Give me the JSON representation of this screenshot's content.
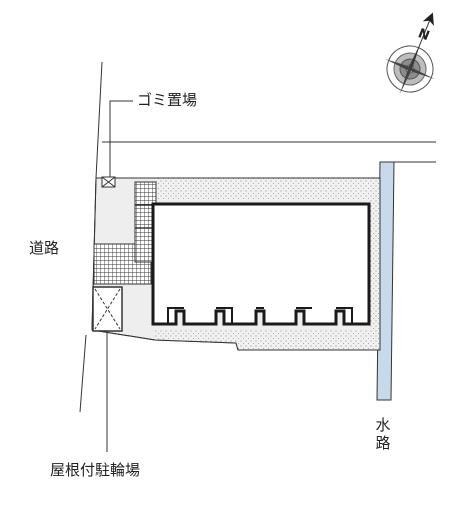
{
  "map": {
    "labels": {
      "garbage": "ゴミ置場",
      "road": "道路",
      "waterway": [
        "水",
        "路"
      ],
      "bike_parking": "屋根付駐輪場"
    },
    "compass": {
      "north_label": "N",
      "icon": "compass-rose-icon"
    },
    "colors": {
      "line": "#333333",
      "site": "#eeeeee",
      "waterway": "#c9d9ec",
      "building_fill": "#ffffff",
      "building_stroke": "#1a1a1a",
      "label": "#222222"
    }
  }
}
